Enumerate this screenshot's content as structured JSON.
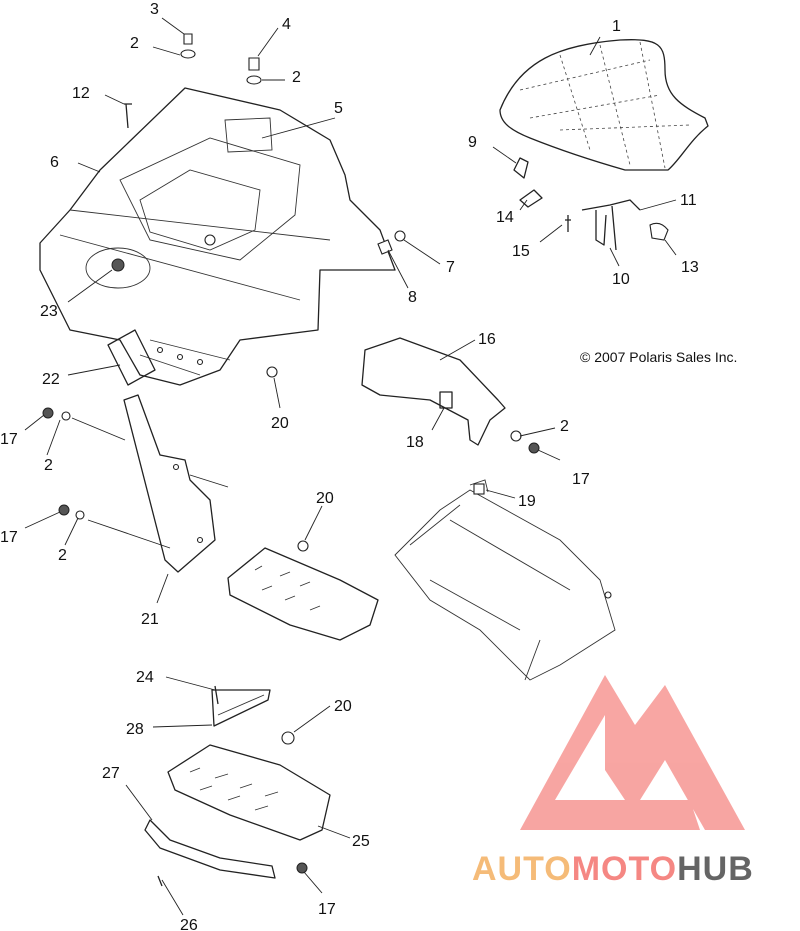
{
  "copyright": "© 2007 Polaris Sales Inc.",
  "watermark": {
    "part1": "AUTO",
    "part2": "MOTO",
    "part3": "HUB",
    "color_part1": "#f5b46a",
    "color_part2": "#f47b76",
    "color_part3": "#555555",
    "logo_color": "#f47b76"
  },
  "callouts": [
    "1",
    "2",
    "3",
    "4",
    "5",
    "6",
    "7",
    "8",
    "9",
    "10",
    "11",
    "12",
    "13",
    "14",
    "15",
    "16",
    "17",
    "18",
    "19",
    "20",
    "21",
    "22",
    "23",
    "24",
    "25",
    "26",
    "27",
    "28"
  ]
}
